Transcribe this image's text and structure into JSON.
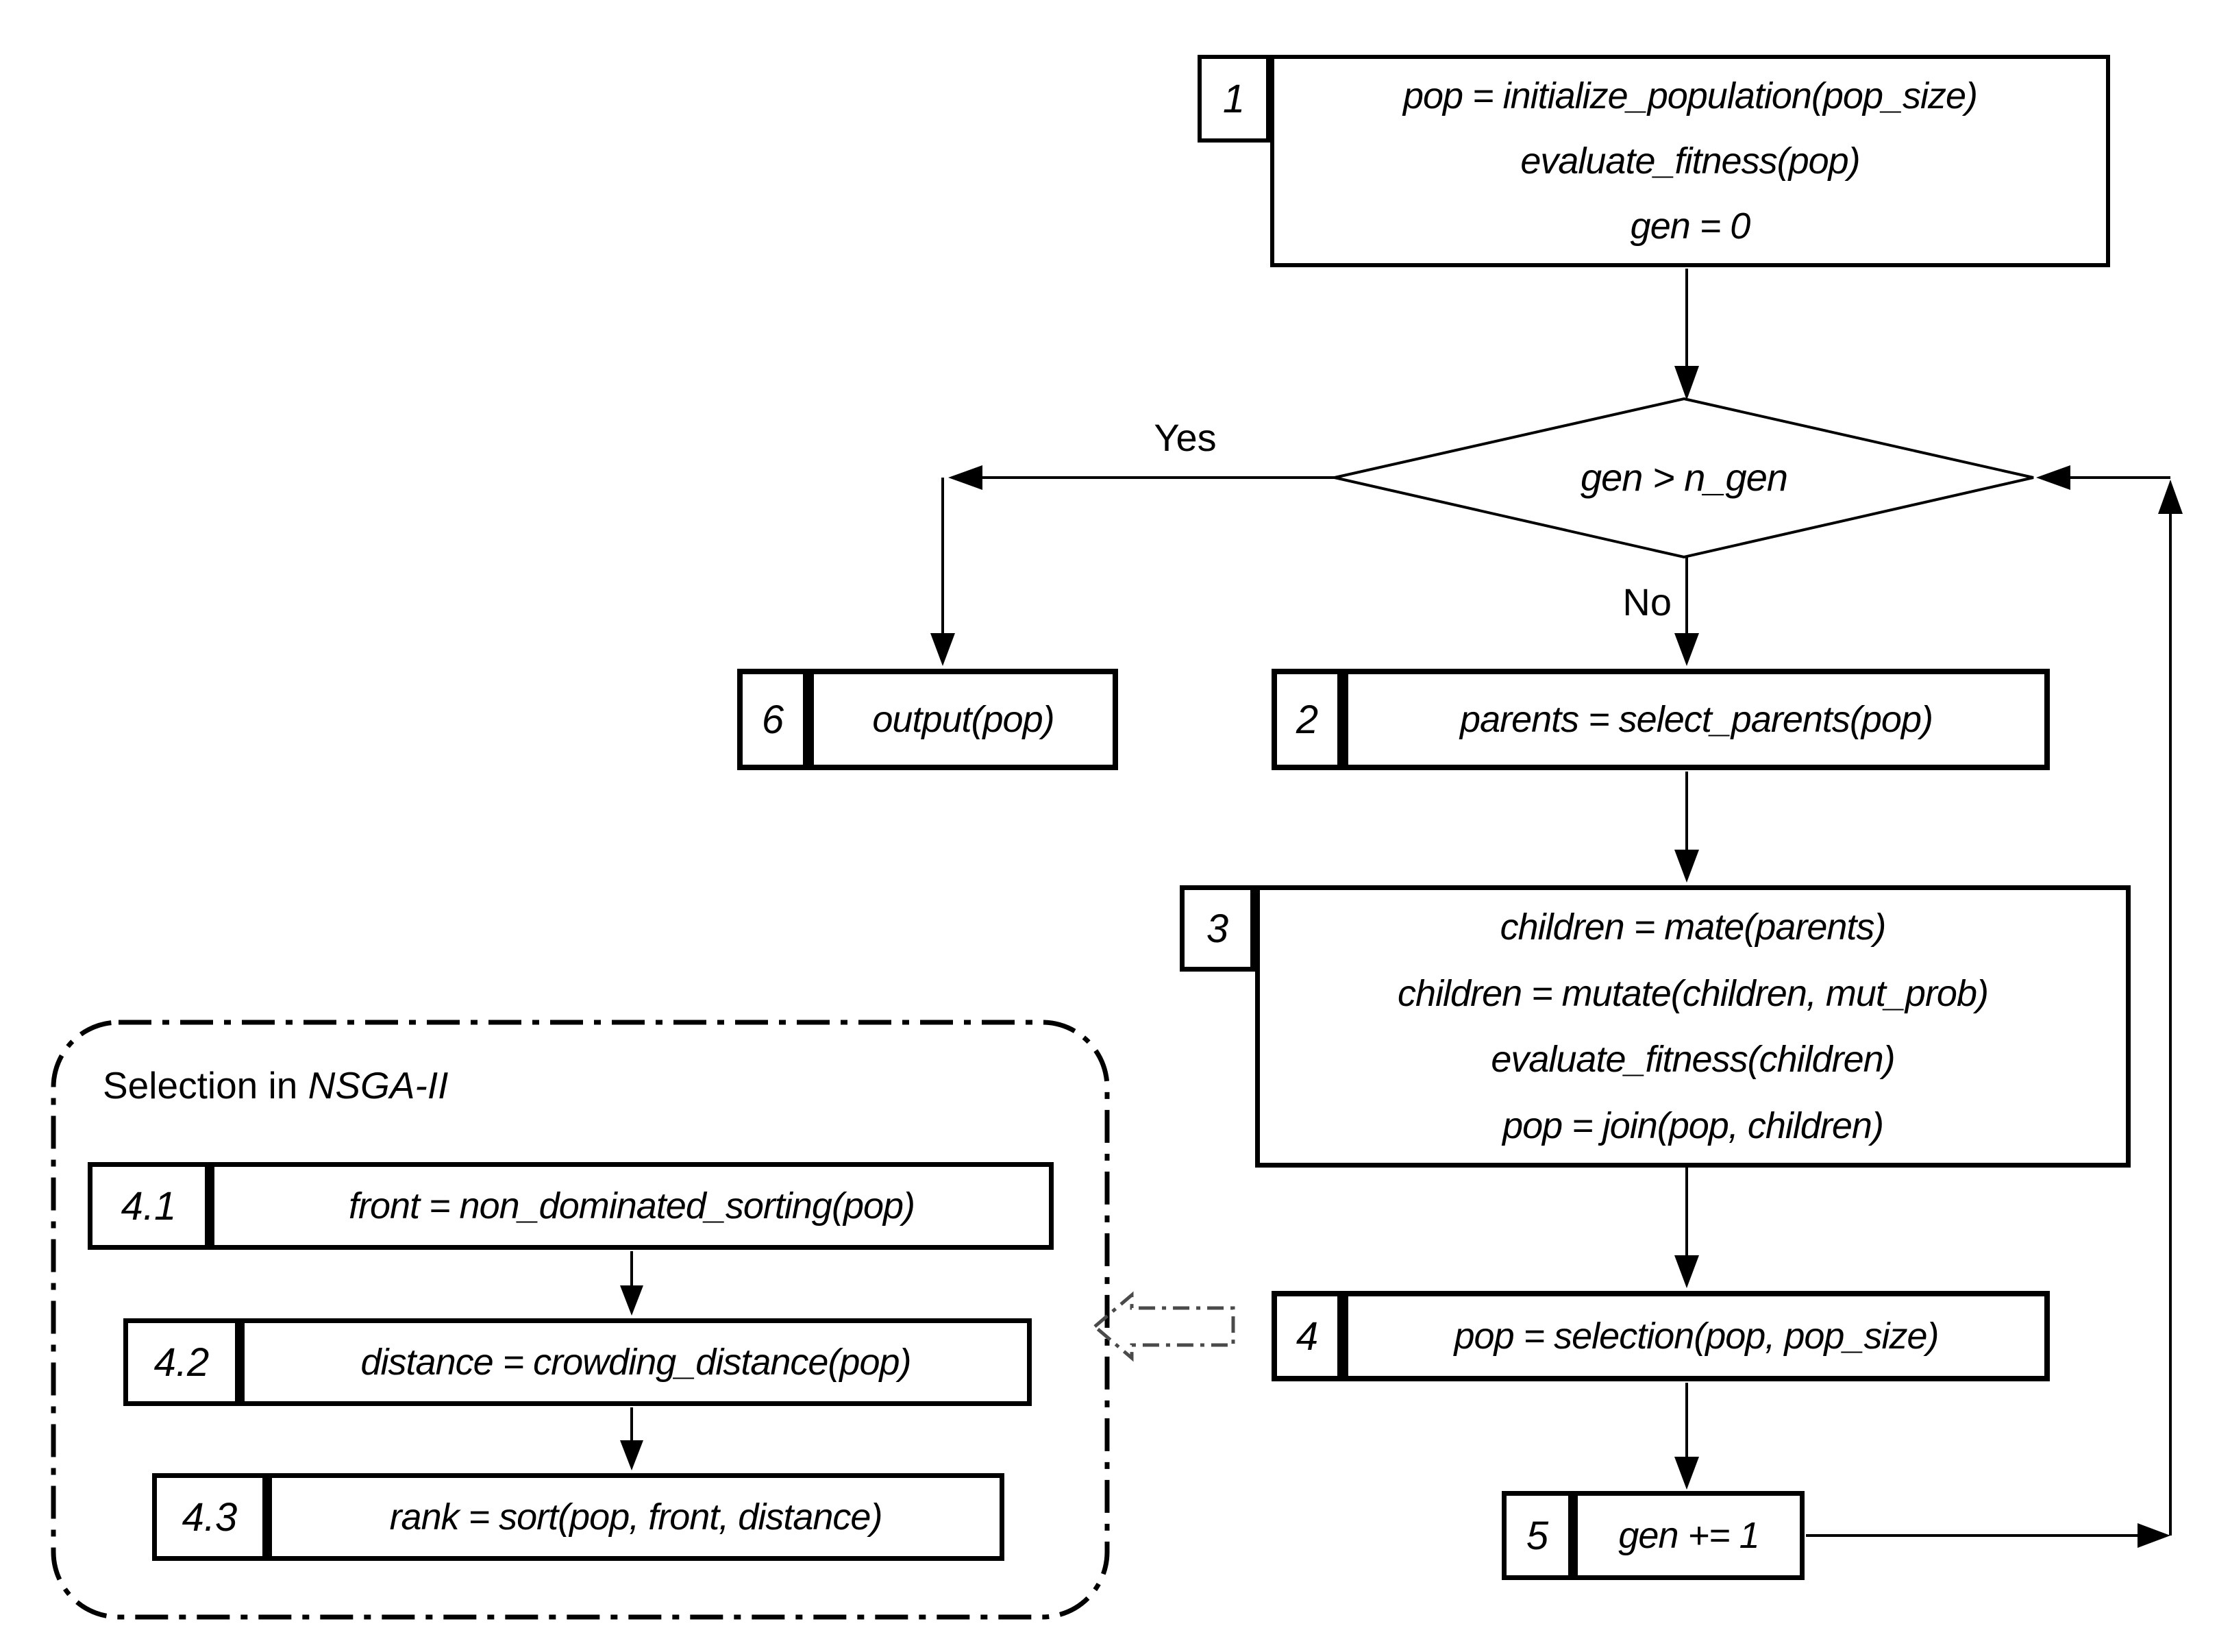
{
  "steps": {
    "s1": {
      "id": "1",
      "lines": [
        "pop = initialize_population(pop_size)",
        "evaluate_fitness(pop)",
        "gen = 0"
      ]
    },
    "s2": {
      "id": "2",
      "lines": [
        "parents = select_parents(pop)"
      ]
    },
    "s3": {
      "id": "3",
      "lines": [
        "children = mate(parents)",
        "children = mutate(children, mut_prob)",
        "evaluate_fitness(children)",
        "pop = join(pop, children)"
      ]
    },
    "s4": {
      "id": "4",
      "lines": [
        "pop = selection(pop, pop_size)"
      ]
    },
    "s5": {
      "id": "5",
      "lines": [
        "gen += 1"
      ]
    },
    "s6": {
      "id": "6",
      "lines": [
        "output(pop)"
      ]
    },
    "s41": {
      "id": "4.1",
      "lines": [
        "front = non_dominated_sorting(pop)"
      ]
    },
    "s42": {
      "id": "4.2",
      "lines": [
        "distance = crowding_distance(pop)"
      ]
    },
    "s43": {
      "id": "4.3",
      "lines": [
        "rank = sort(pop, front, distance)"
      ]
    }
  },
  "decision": {
    "condition": "gen > n_gen"
  },
  "branch_labels": {
    "yes": "Yes",
    "no": "No"
  },
  "group": {
    "title_prefix": "Selection in ",
    "title_emph": "NSGA-II"
  },
  "colors": {
    "line": "#000000",
    "background": "#ffffff",
    "callout_arrow": "#4a4a4a"
  }
}
